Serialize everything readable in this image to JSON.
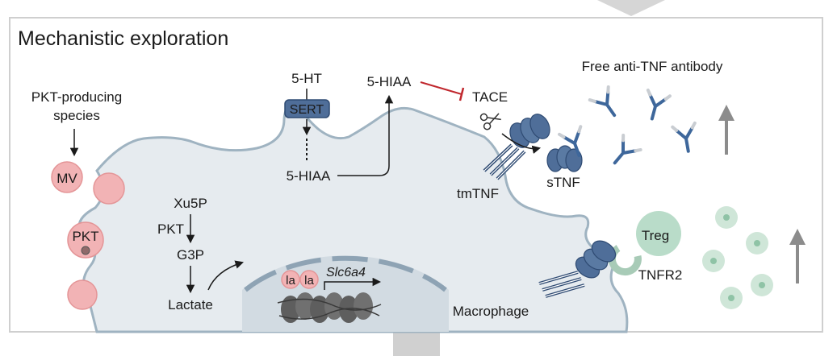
{
  "panel": {
    "title": "Mechanistic exploration"
  },
  "labels": {
    "pkt_producing": [
      "PKT-producing",
      "species"
    ],
    "mv": "MV",
    "pkt_vesicle": "PKT",
    "ht": "5-HT",
    "sert": "SERT",
    "hiaa_inner": "5-HIAA",
    "hiaa_outer": "5-HIAA",
    "tace": "TACE",
    "free_antibody": "Free anti-TNF antibody",
    "stnf": "sTNF",
    "tmtnf": "tmTNF",
    "xu5p": "Xu5P",
    "pkt_enzyme": "PKT",
    "g3p": "G3P",
    "lactate": "Lactate",
    "la1": "la",
    "la2": "la",
    "gene": "Slc6a4",
    "treg": "Treg",
    "tnfr2": "TNFR2",
    "macrophage": "Macrophage"
  },
  "colors": {
    "cell_fill": "#e6ebef",
    "membrane": "#9fb3c1",
    "nucleus_fill": "#d2dbe2",
    "nucleus_border": "#8ea3b4",
    "vesicle": "#f2b3b5",
    "vesicle_border": "#e49597",
    "receptor_blue": "#4f6e99",
    "receptor_dark": "#2f4b73",
    "antibody_blue": "#3e679b",
    "antibody_tip": "#c9cdd2",
    "treg_green": "#b9dcc9",
    "inhibit_red": "#c0272d",
    "up_arrow": "#8c8c8c"
  }
}
